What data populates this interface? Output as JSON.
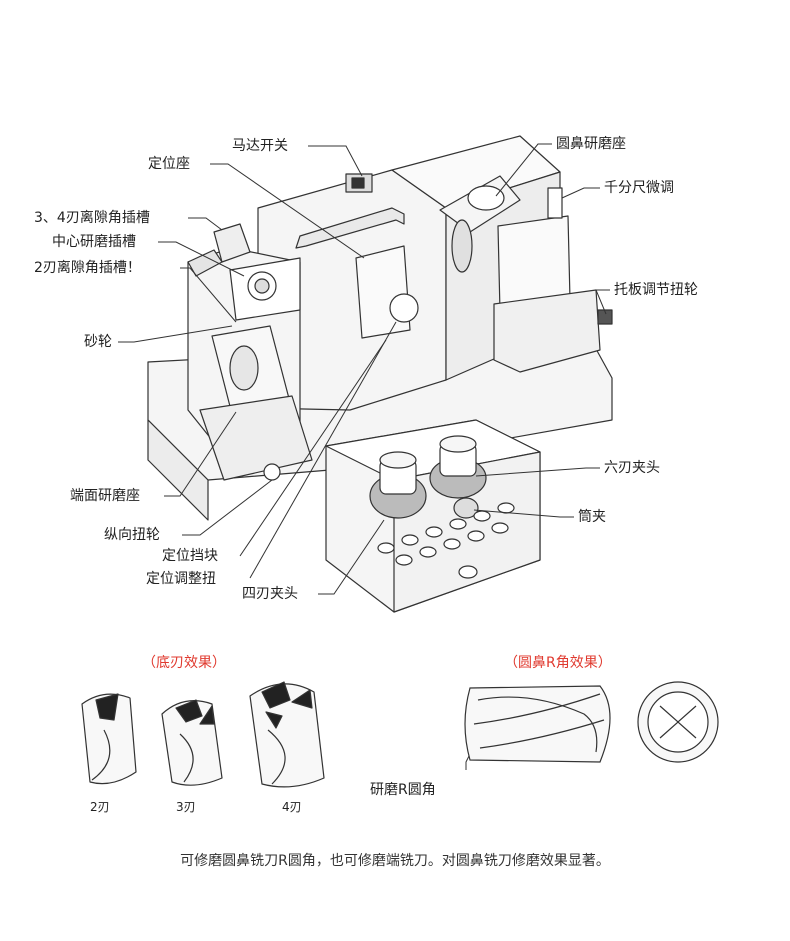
{
  "labels": {
    "motor_switch": "马达开关",
    "positioning_seat": "定位座",
    "slot_34": "3、4刃离隙角插槽",
    "center_slot": "中心研磨插槽",
    "slot_2": "2刃离隙角插槽！",
    "grinding_wheel": "砂轮",
    "end_face_seat": "端面研磨座",
    "longitudinal_knob": "纵向扭轮",
    "positioning_stop": "定位挡块",
    "positioning_adjust": "定位调整扭",
    "four_flute_chuck": "四刃夹头",
    "round_nose_seat": "圆鼻研磨座",
    "micrometer": "千分尺微调",
    "plate_adjust_knob": "托板调节扭轮",
    "six_flute_chuck": "六刃夹头",
    "collet": "筒夹"
  },
  "captions": {
    "bottom_edge_effect": "（底刃效果）",
    "round_nose_effect": "（圆鼻R角效果）",
    "flute2": "2刃",
    "flute3": "3刃",
    "flute4": "4刃",
    "grind_r_corner": "研磨R圆角"
  },
  "footer": "可修磨圆鼻铣刀R圆角，也可修磨端铣刀。对圆鼻铣刀修磨效果显著。",
  "colors": {
    "caption": "#e03a2f",
    "line": "#333333",
    "body_fill": "#f4f4f4"
  }
}
